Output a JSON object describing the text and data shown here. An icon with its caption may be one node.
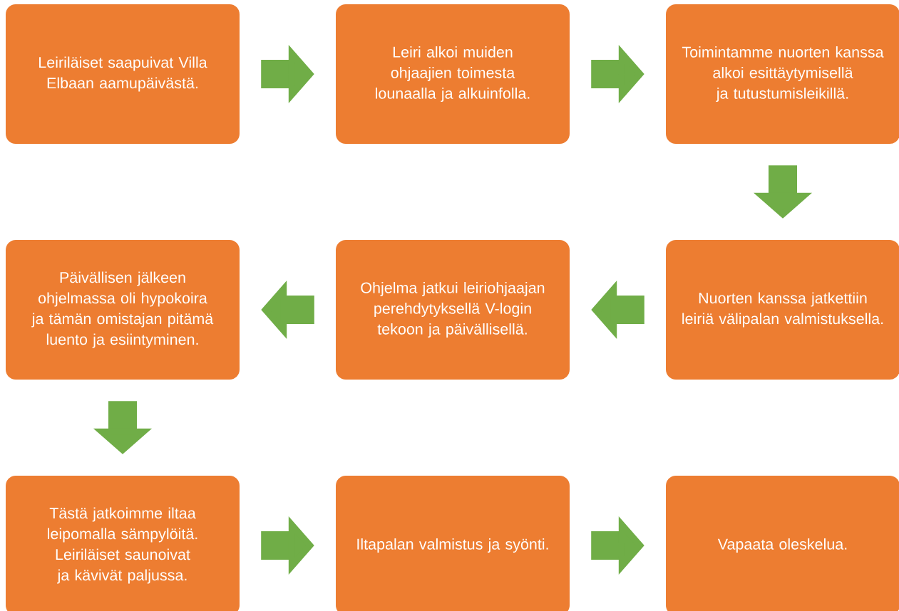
{
  "diagram": {
    "nodes": [
      {
        "text": [
          "Leiriläiset saapuivat Villa Elbaan aamupäivästä."
        ]
      },
      {
        "text": [
          "Leiri alkoi muiden ohjaajien toimesta lounaalla ja alkuinfolla."
        ]
      },
      {
        "text": [
          "Toimintamme nuorten kanssa alkoi esittäytymisellä ja tutustumisleikillä."
        ]
      },
      {
        "text": [
          "Nuorten kanssa jatkettiin leiriä välipalan valmistuksella."
        ]
      },
      {
        "text": [
          "Ohjelma jatkui leiriohjaajan perehdytyksellä V-login tekoon ja päivällisellä."
        ]
      },
      {
        "text": [
          "Päivällisen jälkeen ohjelmassa oli hypokoira ja tämän omistajan pitämä luento ja esiintyminen."
        ]
      },
      {
        "text": [
          "Tästä jatkoimme iltaa leipomalla sämpylöitä. Leiriläiset saunoivat ja kävivät paljussa."
        ]
      },
      {
        "text": [
          "Iltapalan valmistus ja syönti."
        ]
      },
      {
        "text": [
          "Vapaata oleskelua."
        ]
      }
    ],
    "edges": [
      {
        "from": 0,
        "to": 1,
        "arrow": "to"
      },
      {
        "from": 1,
        "to": 2,
        "arrow": "to"
      },
      {
        "from": 2,
        "to": 3,
        "arrow": "to"
      },
      {
        "from": 3,
        "to": 4,
        "arrow": "to"
      },
      {
        "from": 4,
        "to": 5,
        "arrow": "to"
      },
      {
        "from": 5,
        "to": 6,
        "arrow": "to"
      },
      {
        "from": 6,
        "to": 7,
        "arrow": "to"
      },
      {
        "from": 7,
        "to": 8,
        "arrow": "to"
      }
    ]
  }
}
